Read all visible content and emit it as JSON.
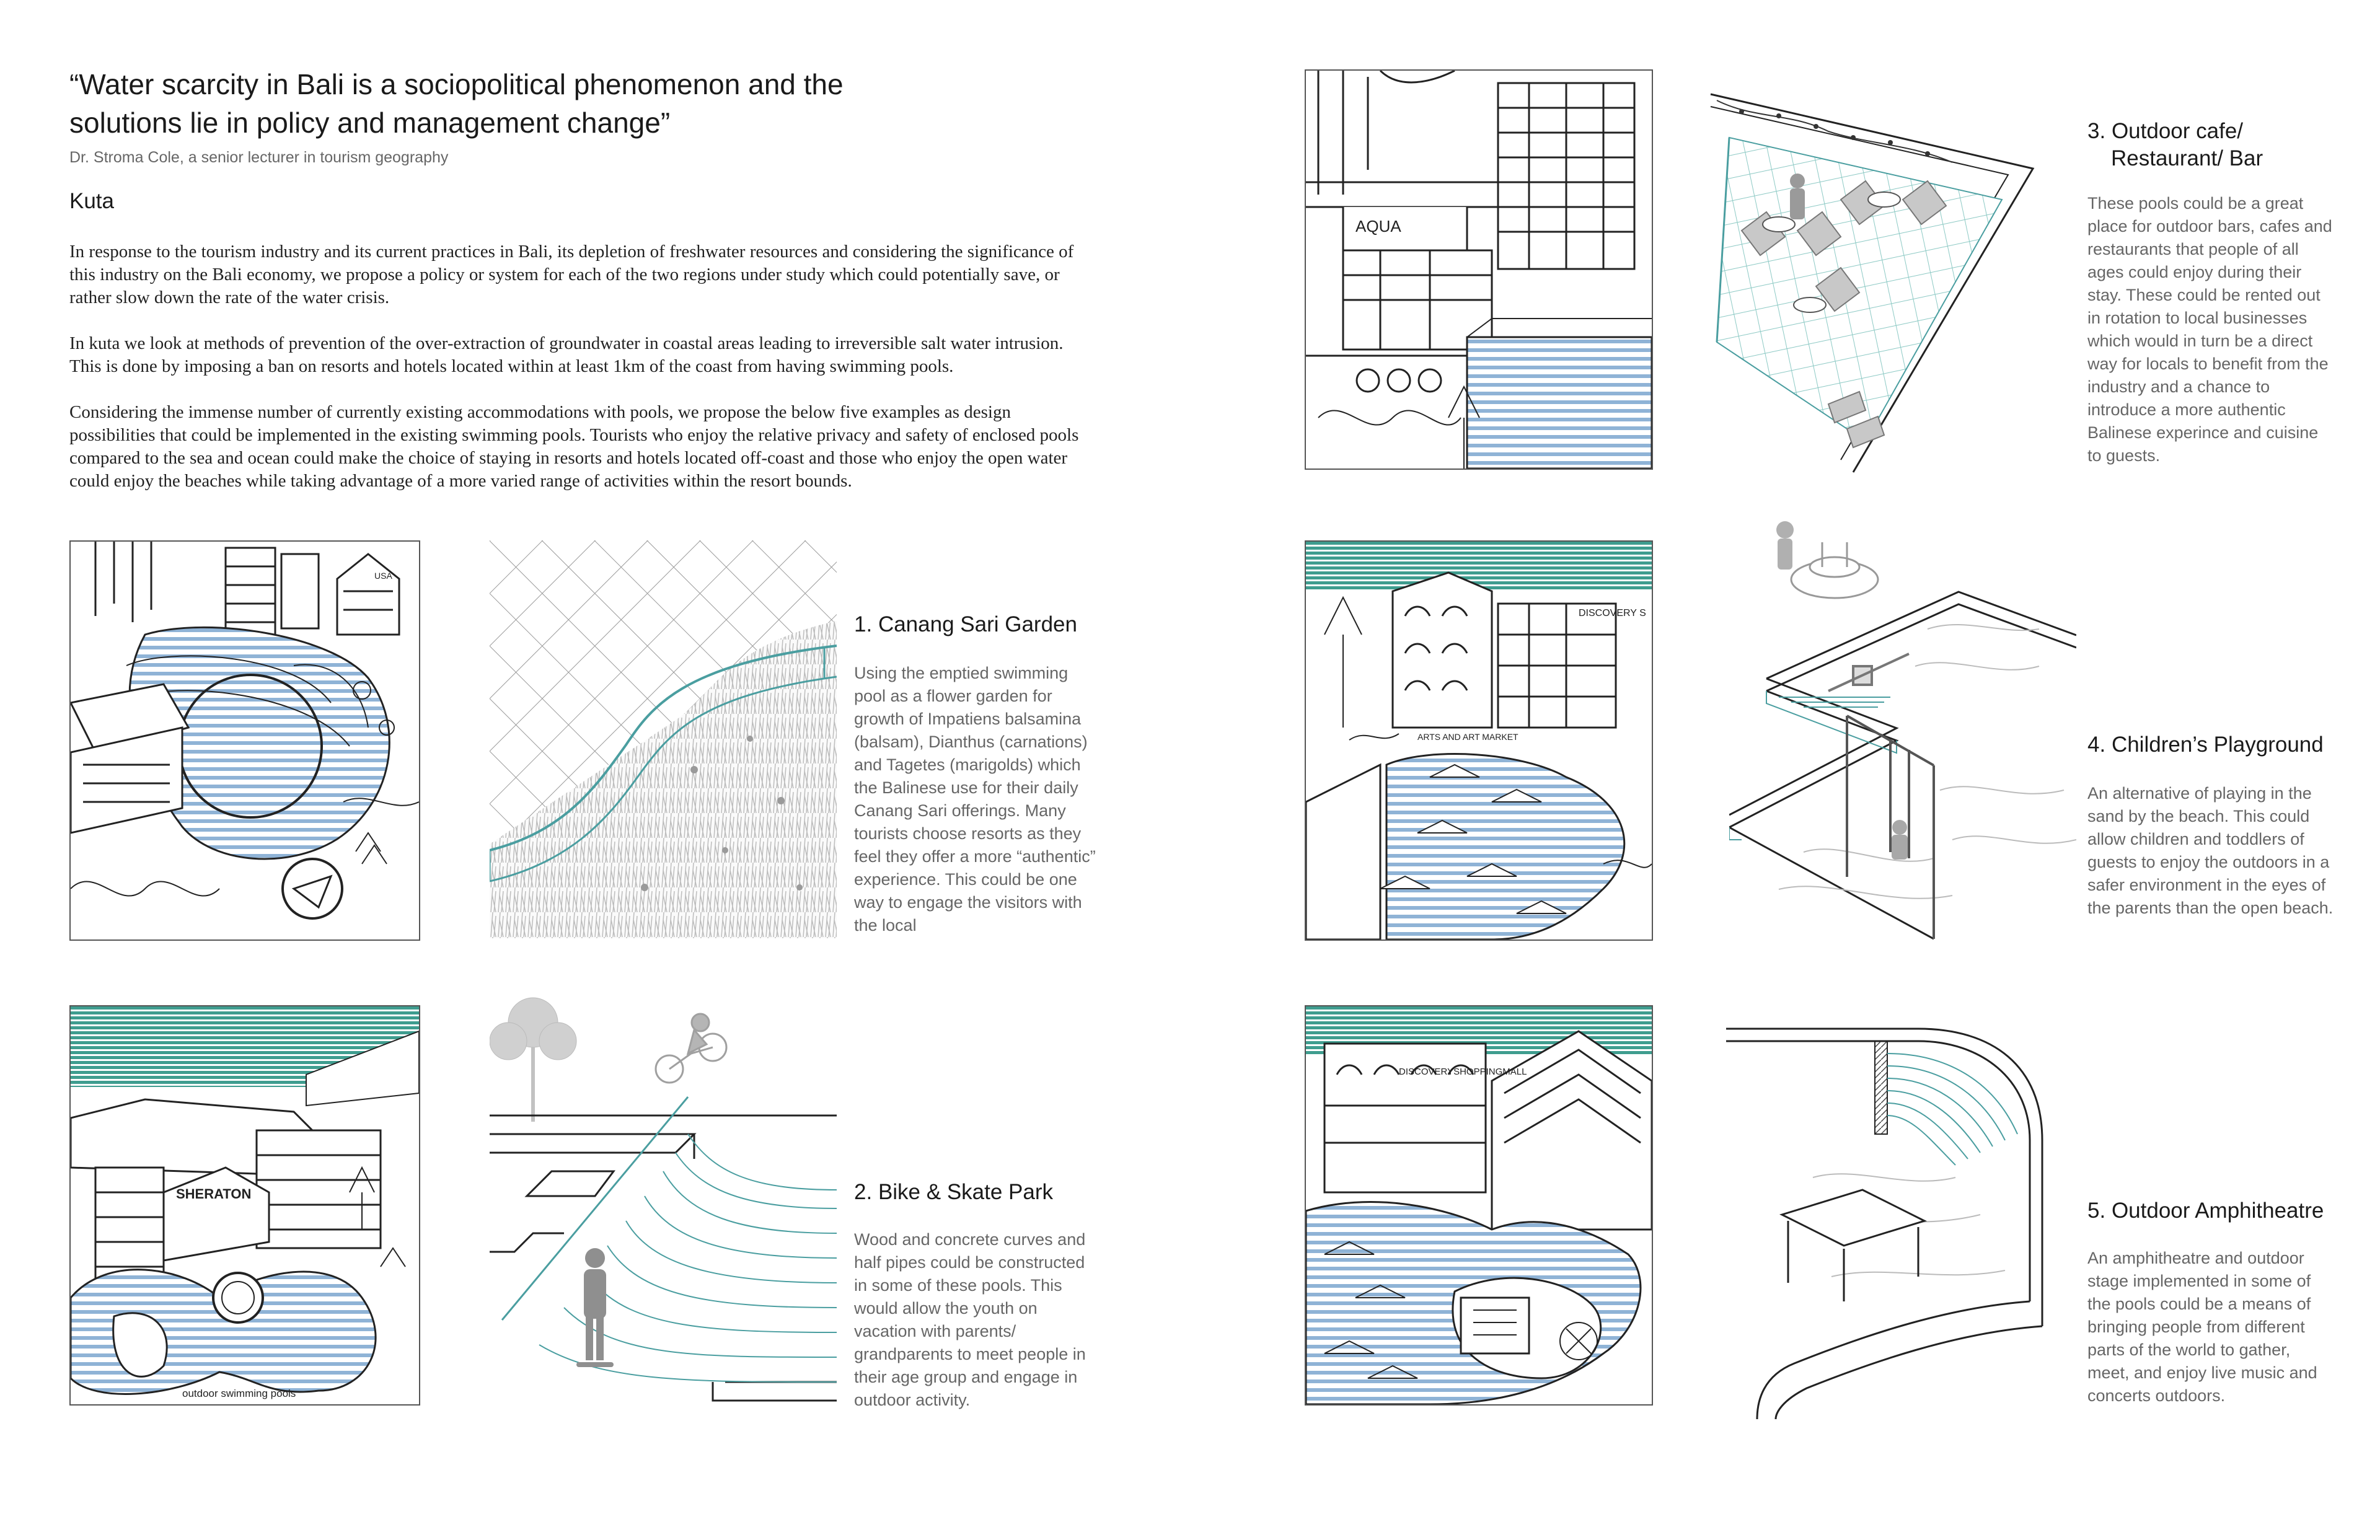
{
  "header": {
    "quote": "“Water scarcity in Bali is a sociopolitical phenomenon and the solutions lie in policy and management change”",
    "attribution": "Dr. Stroma Cole, a senior lecturer in tourism geography",
    "region": "Kuta"
  },
  "intro": {
    "p1": "In response to the tourism industry and its current practices in Bali, its depletion of freshwater resources and considering the significance of this industry on the Bali economy, we propose a policy or system for each of the two regions under study which could potentially save, or rather slow down the rate of the water crisis.",
    "p2": "In kuta we look at methods of prevention of the over-extraction of groundwater in coastal areas leading to irreversible salt water intrusion. This is done by imposing a ban on resorts and hotels located within at least 1km of the coast from having swimming pools.",
    "p3": "Considering the immense number of currently existing accommodations with pools, we propose the below five examples as design possibilities that could be implemented in the existing swimming pools. Tourists who enjoy the relative privacy and safety of enclosed pools compared to the sea and ocean could make the choice of staying in resorts and hotels located off-coast and those who enjoy the open water could enjoy the beaches while taking advantage of a more varied range of activities within the resort bounds."
  },
  "proposals": [
    {
      "number": "1.",
      "title": "Canang Sari Garden",
      "text": "Using the emptied swimming pool as a flower garden for growth of Impatiens balsamina (balsam), Dianthus (carnations) and Tagetes (marigolds) which the Balinese use for their daily Canang Sari offerings. Many tourists choose resorts as they feel they offer a more “authentic” experience. This could be one way to engage the visitors with the local"
    },
    {
      "number": "2.",
      "title": "Bike & Skate Park",
      "text": "Wood and concrete curves and half pipes could be constructed in some of these pools. This would allow the youth on vacation with parents/ grandparents to meet people in their age group and engage in outdoor activity."
    },
    {
      "number": "3.",
      "title": "Outdoor cafe/ Restaurant/ Bar",
      "title_line1": "Outdoor cafe/",
      "title_line2": "Restaurant/ Bar",
      "text": "These pools could be a great place for outdoor bars, cafes and restaurants that people of all ages could enjoy during their stay. These could be rented out in rotation to local businesses which would in turn be a direct way for locals to benefit from the industry and a chance to introduce a more authentic Balinese experince and cuisine to guests."
    },
    {
      "number": "4.",
      "title": "Children’s Playground",
      "text": "An alternative of playing in the sand  by the beach. This could allow children and toddlers of guests to enjoy the outdoors in a safer environment in the eyes of the parents than the open beach."
    },
    {
      "number": "5.",
      "title": "Outdoor Amphitheatre",
      "text": "An amphitheatre and outdoor stage implemented in some of the pools could be a means of bringing people from different parts of the world to gather, meet, and enjoy live music and concerts outdoors."
    }
  ],
  "sketch_labels": {
    "aqua": "AQUA",
    "discovery_top": "DISCOVERY S",
    "market": "ARTS AND ART MARKET",
    "sheraton": "SHERATON",
    "outdoor_pools": "outdoor swimming pools",
    "discovery_mall": "DISCOVERYSHOPPINGMALL",
    "usa": "USA"
  },
  "colors": {
    "pool_blue": "#8fb3d6",
    "sea_teal": "#3f9d8f",
    "accent_teal": "#4a9ea0",
    "line": "#222222",
    "caption_gray": "#666666"
  }
}
